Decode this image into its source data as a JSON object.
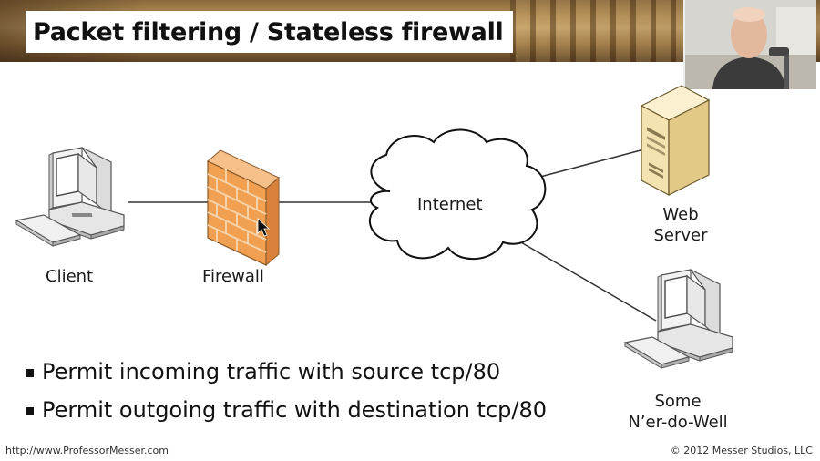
{
  "slide": {
    "title": "Packet filtering / Stateless firewall",
    "nodes": {
      "client": "Client",
      "firewall": "Firewall",
      "internet": "Internet",
      "web_server_line1": "Web",
      "web_server_line2": "Server",
      "other_line1": "Some",
      "other_line2": "N’er-do-Well"
    },
    "bullets": [
      "Permit incoming traffic with source tcp/80",
      "Permit outgoing traffic with destination tcp/80"
    ],
    "footer": {
      "url": "http://www.ProfessorMesser.com",
      "copyright": "© 2012 Messer Studios, LLC"
    }
  },
  "colors": {
    "firewall_brick": "#f0a050",
    "firewall_mortar": "#f7d2a8",
    "line": "#333333"
  },
  "icons": [
    "computer-icon",
    "firewall-icon",
    "cloud-icon",
    "server-icon",
    "webcam-presenter"
  ]
}
